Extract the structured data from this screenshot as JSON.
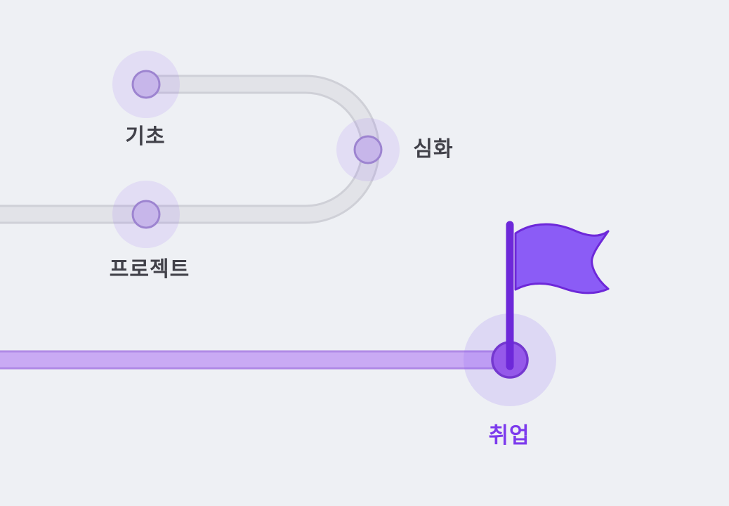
{
  "roadmap": {
    "milestones": [
      {
        "id": "basics",
        "label": "기초"
      },
      {
        "id": "advanced",
        "label": "심화"
      },
      {
        "id": "project",
        "label": "프로젝트"
      },
      {
        "id": "goal",
        "label": "취업"
      }
    ],
    "colors": {
      "background": "#eef0f4",
      "track_gray_border": "#cfd0d7",
      "track_gray": "#e2e3e8",
      "track_purple_border": "#b08ae6",
      "track_purple": "#c9aaf4",
      "halo": "#8b5cf6",
      "node_fill": "#c7b6ea",
      "node_border": "#9d84d0",
      "goal_node_fill": "#9559ea",
      "goal_node_border": "#7438cf",
      "pole": "#6d28d9",
      "flag": "#8b5cf6",
      "label_text": "#414149",
      "goal_label_text": "#7c3aed"
    }
  }
}
